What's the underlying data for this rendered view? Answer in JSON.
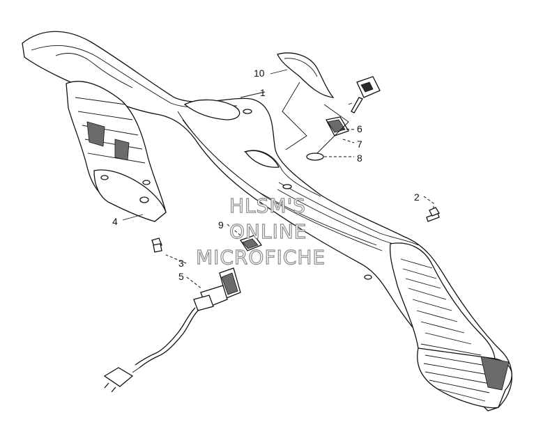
{
  "diagram": {
    "callouts": [
      {
        "id": "c10",
        "text": "10"
      },
      {
        "id": "c1",
        "text": "1"
      },
      {
        "id": "c6",
        "text": "6"
      },
      {
        "id": "c7",
        "text": "7"
      },
      {
        "id": "c8",
        "text": "8"
      },
      {
        "id": "c2",
        "text": "2"
      },
      {
        "id": "c4",
        "text": "4"
      },
      {
        "id": "c9",
        "text": "9"
      },
      {
        "id": "c3",
        "text": "3"
      },
      {
        "id": "c5",
        "text": "5"
      }
    ],
    "watermark": [
      "HLSM'S",
      "ONLINE",
      "MICROFICHE"
    ]
  }
}
